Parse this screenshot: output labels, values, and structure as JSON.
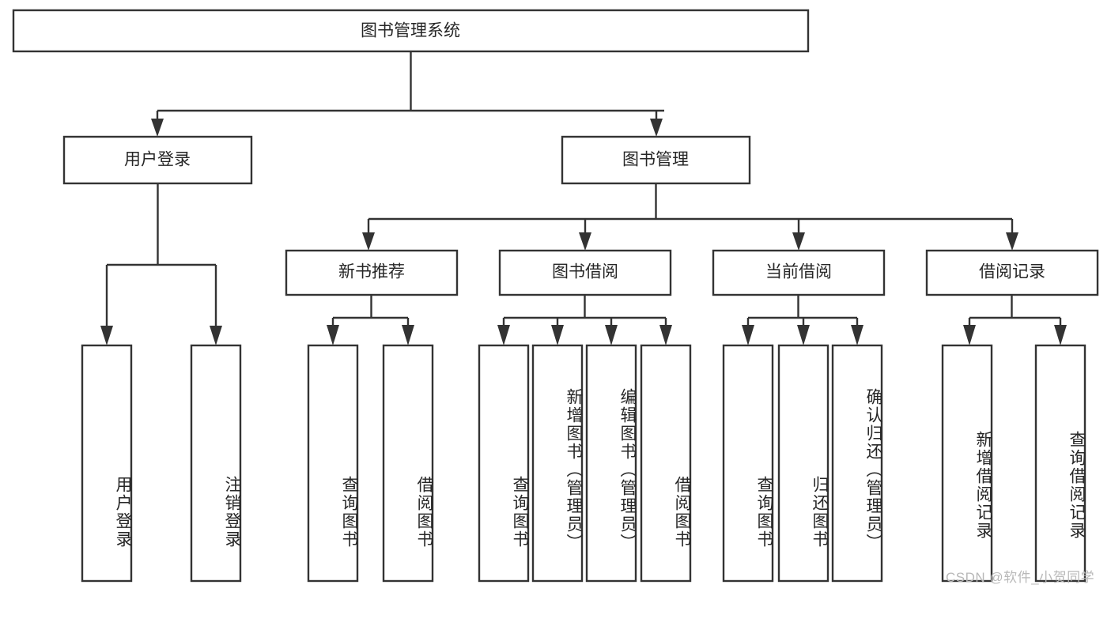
{
  "diagram": {
    "type": "tree",
    "title": "图书管理系统",
    "root": {
      "id": "root",
      "label": "图书管理系统",
      "level": 0
    },
    "level2": [
      {
        "id": "user-login",
        "label": "用户登录"
      },
      {
        "id": "book-manage",
        "label": "图书管理"
      }
    ],
    "level3": [
      {
        "id": "new-book-rec",
        "label": "新书推荐",
        "parent": "book-manage"
      },
      {
        "id": "book-borrow",
        "label": "图书借阅",
        "parent": "book-manage"
      },
      {
        "id": "current-borrow",
        "label": "当前借阅",
        "parent": "book-manage"
      },
      {
        "id": "borrow-record",
        "label": "借阅记录",
        "parent": "book-manage"
      }
    ],
    "leaves": [
      {
        "id": "leaf-user-login",
        "label": "用户登录",
        "parent": "user-login"
      },
      {
        "id": "leaf-user-logout",
        "label": "注销登录",
        "parent": "user-login"
      },
      {
        "id": "leaf-query-book-1",
        "label": "查询图书",
        "parent": "new-book-rec"
      },
      {
        "id": "leaf-borrow-book-1",
        "label": "借阅图书",
        "parent": "new-book-rec"
      },
      {
        "id": "leaf-query-book-2",
        "label": "查询图书",
        "parent": "book-borrow"
      },
      {
        "id": "leaf-add-book",
        "label": "新增图书（管理员）",
        "parent": "book-borrow"
      },
      {
        "id": "leaf-edit-book",
        "label": "编辑图书（管理员）",
        "parent": "book-borrow"
      },
      {
        "id": "leaf-borrow-book-2",
        "label": "借阅图书",
        "parent": "book-borrow"
      },
      {
        "id": "leaf-query-book-3",
        "label": "查询图书",
        "parent": "current-borrow"
      },
      {
        "id": "leaf-return-book",
        "label": "归还图书",
        "parent": "current-borrow"
      },
      {
        "id": "leaf-confirm-return",
        "label": "确认归还（管理员）",
        "parent": "current-borrow"
      },
      {
        "id": "leaf-add-record",
        "label": "新增借阅记录",
        "parent": "borrow-record"
      },
      {
        "id": "leaf-query-record",
        "label": "查询借阅记录",
        "parent": "borrow-record"
      }
    ]
  },
  "watermark": {
    "text": "CSDN @软件_小贺同学"
  },
  "colors": {
    "stroke": "#333333",
    "fill": "#ffffff",
    "text": "#262626",
    "watermark": "#b8b8b8",
    "background": "#ffffff"
  }
}
